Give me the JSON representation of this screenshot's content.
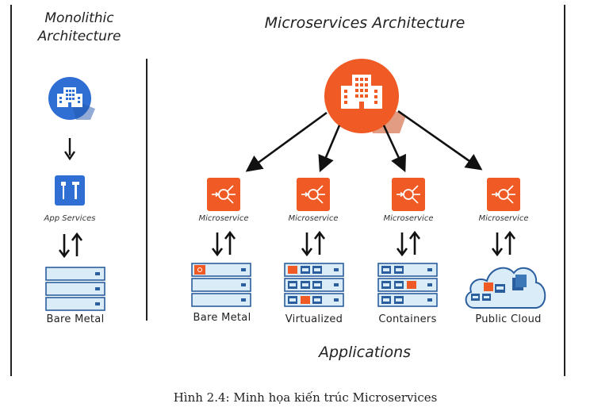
{
  "monolithic": {
    "title_line1": "Monolithic",
    "title_line2": "Architecture",
    "app_services_label": "App Services",
    "bare_metal_label": "Bare Metal"
  },
  "microservices": {
    "title": "Microservices Architecture",
    "microservice_label": "Microservice",
    "columns": [
      {
        "label": "Bare Metal"
      },
      {
        "label": "Virtualized"
      },
      {
        "label": "Containers"
      },
      {
        "label": "Public Cloud"
      }
    ],
    "applications_label": "Applications"
  },
  "caption": "Hình 2.4: Minh họa kiến trúc Microservices",
  "colors": {
    "accent_orange": "#f05a24",
    "accent_blue": "#2f6fd3",
    "server_blue": "#bfdcf0",
    "server_dark": "#2b5e9e"
  }
}
